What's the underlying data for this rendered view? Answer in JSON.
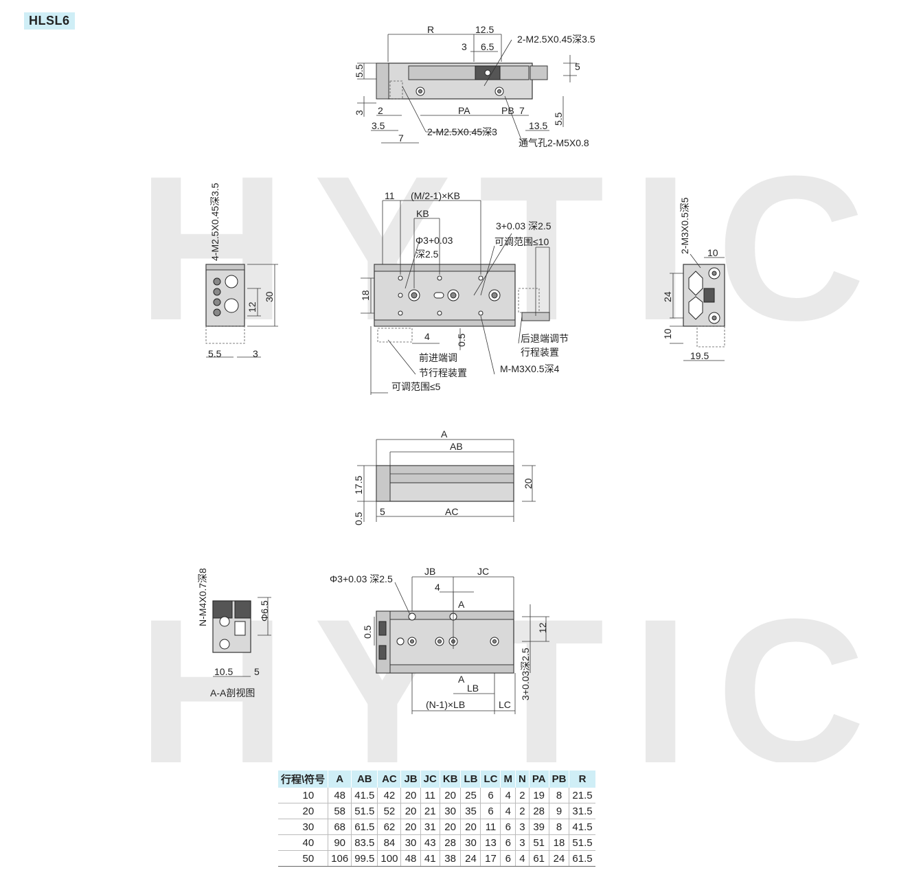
{
  "model": "HLSL6",
  "watermark": "HYTIC",
  "labels": {
    "r": "R",
    "d12_5": "12.5",
    "d3a": "3",
    "d6_5": "6.5",
    "thread1": "2-M2.5X0.45深3.5",
    "d5a": "5",
    "d5_5a": "5.5",
    "d3b": "3",
    "d2": "2",
    "pa": "PA",
    "pb": "PB",
    "d7a": "7",
    "d13_5": "13.5",
    "d5_5b": "5.5",
    "d3_5": "3.5",
    "d7b": "7",
    "thread2": "2-M2.5X0.45深3",
    "vent": "通气孔2-M5X0.8",
    "side_thread": "4-M2.5X0.45深3.5",
    "d30": "30",
    "d12a": "12",
    "d5_5c": "5.5",
    "d3c": "3",
    "d11": "11",
    "mkb": "(M/2-1)×KB",
    "kb": "KB",
    "slot": "3+0.03 深2.5",
    "pin": "Φ3+0.03",
    "pin_depth": "深2.5",
    "adj10": "可调范围≤10",
    "d18": "18",
    "d4a": "4",
    "d0_5a": "0.5",
    "rear_adj1": "后退端调节",
    "rear_adj2": "行程装置",
    "front_adj1": "前进端调",
    "front_adj2": "节行程装置",
    "m_thread": "M-M3X0.5深4",
    "adj5": "可调范围≤5",
    "right_thread": "2-M3X0.5深5",
    "d10a": "10",
    "d24": "24",
    "d10b": "10",
    "d19_5": "19.5",
    "a": "A",
    "ab": "AB",
    "d17_5": "17.5",
    "d20": "20",
    "d0_5b": "0.5",
    "d5b": "5",
    "ac": "AC",
    "n_thread": "N-M4X0.7深8",
    "phi6_5": "Φ6.5",
    "d10_5": "10.5",
    "d5c": "5",
    "section": "A-A剖视图",
    "pin2": "Φ3+0.03 深2.5",
    "jb": "JB",
    "jc": "JC",
    "d4b": "4",
    "a_mark1": "A",
    "d0_5c": "0.5",
    "d12b": "12",
    "slot2": "3+0.03深2.5",
    "a_mark2": "A",
    "lb": "LB",
    "nlb": "(N-1)×LB",
    "lc": "LC"
  },
  "table": {
    "headers": [
      "行程\\符号",
      "A",
      "AB",
      "AC",
      "JB",
      "JC",
      "KB",
      "LB",
      "LC",
      "M",
      "N",
      "PA",
      "PB",
      "R"
    ],
    "rows": [
      [
        "10",
        "48",
        "41.5",
        "42",
        "20",
        "11",
        "20",
        "25",
        "6",
        "4",
        "2",
        "19",
        "8",
        "21.5"
      ],
      [
        "20",
        "58",
        "51.5",
        "52",
        "20",
        "21",
        "30",
        "35",
        "6",
        "4",
        "2",
        "28",
        "9",
        "31.5"
      ],
      [
        "30",
        "68",
        "61.5",
        "62",
        "20",
        "31",
        "20",
        "20",
        "11",
        "6",
        "3",
        "39",
        "8",
        "41.5"
      ],
      [
        "40",
        "90",
        "83.5",
        "84",
        "30",
        "43",
        "28",
        "30",
        "13",
        "6",
        "3",
        "51",
        "18",
        "51.5"
      ],
      [
        "50",
        "106",
        "99.5",
        "100",
        "48",
        "41",
        "38",
        "24",
        "17",
        "6",
        "4",
        "61",
        "24",
        "61.5"
      ]
    ]
  }
}
